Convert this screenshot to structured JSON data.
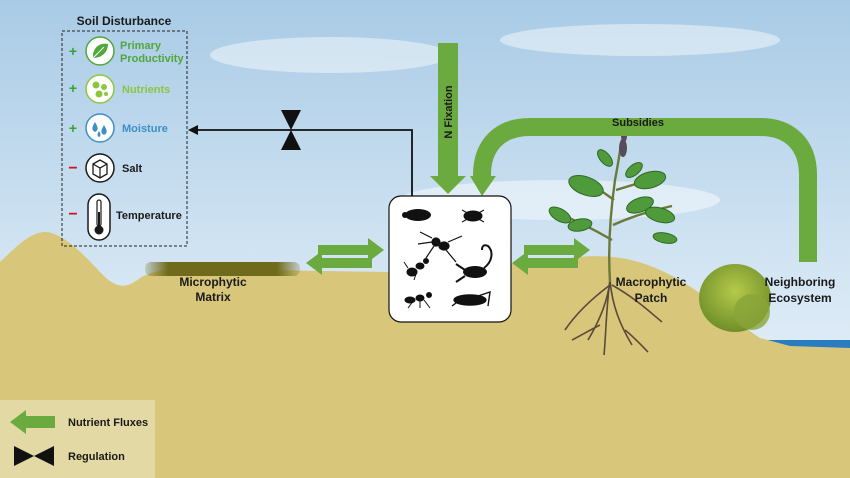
{
  "soil_disturbance": {
    "title": "Soil Disturbance",
    "items": [
      {
        "sign": "+",
        "label_line1": "Primary",
        "label_line2": "Productivity",
        "icon": "leaf-icon",
        "color": "#4fa83a"
      },
      {
        "sign": "+",
        "label_line1": "Nutrients",
        "label_line2": "",
        "icon": "nutrients-icon",
        "color": "#8cc63f"
      },
      {
        "sign": "+",
        "label_line1": "Moisture",
        "label_line2": "",
        "icon": "water-drops-icon",
        "color": "#3d8fc6"
      },
      {
        "sign": "−",
        "label_line1": "Salt",
        "label_line2": "",
        "icon": "salt-cube-icon",
        "color": "#1a1a1a"
      },
      {
        "sign": "−",
        "label_line1": "Temperature",
        "label_line2": "",
        "icon": "thermometer-icon",
        "color": "#1a1a1a"
      }
    ],
    "plus_color": "#3aa23a",
    "minus_color": "#d0141c"
  },
  "n_fixation": "N  Fixation",
  "subsidies": "Subsidies",
  "microphytic": {
    "line1": "Microphytic",
    "line2": "Matrix"
  },
  "macrophytic": {
    "line1": "Macrophytic",
    "line2": "Patch"
  },
  "neighboring": {
    "line1": "Neighboring",
    "line2": "Ecosystem"
  },
  "legend": {
    "nutrient_fluxes": "Nutrient Fluxes",
    "regulation": "Regulation"
  },
  "colors": {
    "arrow_green": "#6aaa3f",
    "soil": "#d8c77a",
    "sky_top": "#aecde6",
    "water": "#2a7cc0"
  }
}
